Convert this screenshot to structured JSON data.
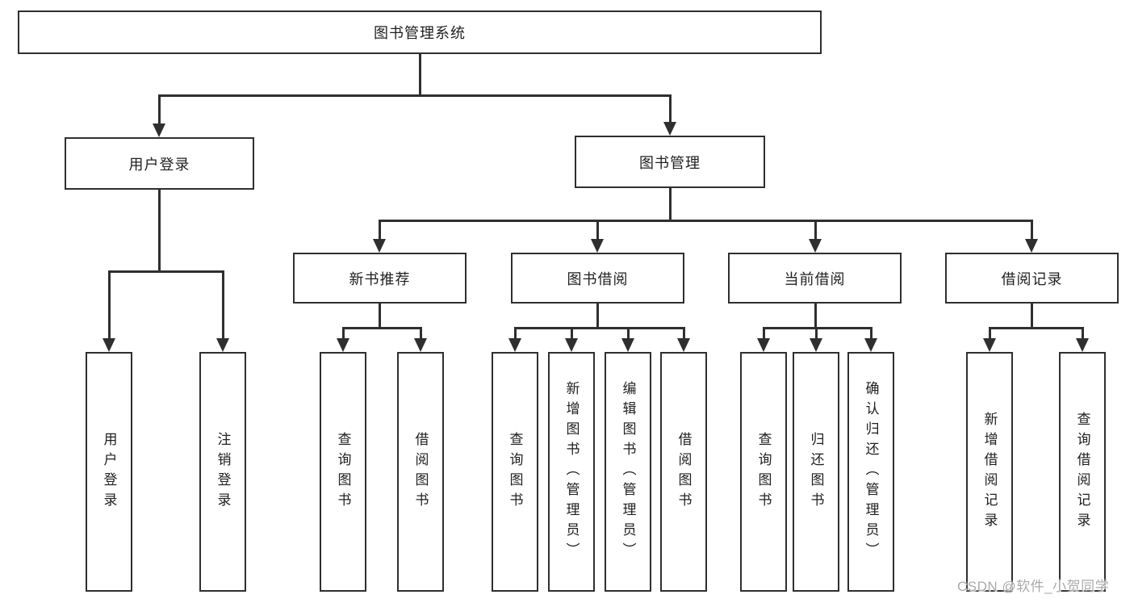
{
  "diagram": {
    "type": "hierarchy-tree",
    "colors": {
      "line": "#2f2f2f",
      "text": "#1f1f1f",
      "background": "#ffffff",
      "watermark": "#aaaaaa"
    },
    "nodes": {
      "root": {
        "label": "图书管理系统"
      },
      "user_login": {
        "label": "用户登录",
        "children": {
          "login": {
            "label": "用户登录"
          },
          "logout": {
            "label": "注销登录"
          }
        }
      },
      "book_mgmt": {
        "label": "图书管理",
        "children": {
          "new_book_rec": {
            "label": "新书推荐",
            "children": {
              "query_books": {
                "label": "查询图书"
              },
              "borrow_books": {
                "label": "借阅图书"
              }
            }
          },
          "book_borrow": {
            "label": "图书借阅",
            "children": {
              "query_books": {
                "label": "查询图书"
              },
              "add_books": {
                "label": "新增图书（管理员）"
              },
              "edit_books": {
                "label": "编辑图书（管理员）"
              },
              "borrow_books": {
                "label": "借阅图书"
              }
            }
          },
          "current_borrow": {
            "label": "当前借阅",
            "children": {
              "query_books": {
                "label": "查询图书"
              },
              "return_books": {
                "label": "归还图书"
              },
              "confirm_return": {
                "label": "确认归还（管理员）"
              }
            }
          },
          "borrow_records": {
            "label": "借阅记录",
            "children": {
              "add_record": {
                "label": "新增借阅记录"
              },
              "query_record": {
                "label": "查询借阅记录"
              }
            }
          }
        }
      }
    },
    "watermark": "CSDN @软件_小贺同学"
  }
}
